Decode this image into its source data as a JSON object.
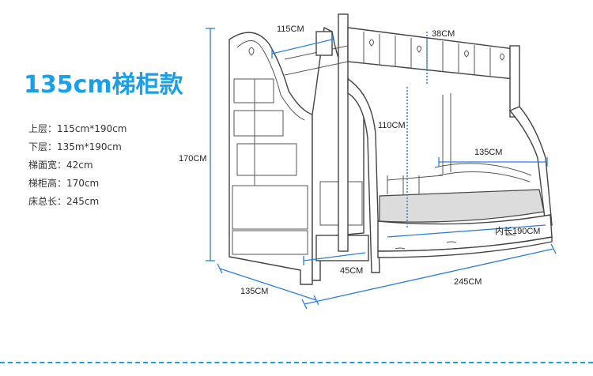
{
  "title": "135cm梯柜款",
  "specs": [
    "上层：115cm*190cm",
    "下层：135m*190cm",
    "梯面宽：42cm",
    "梯柜高：170cm",
    "床总长：245cm"
  ],
  "dimensions": {
    "top_width": "115CM",
    "rail_height": "38CM",
    "lower_clearance": "110CM",
    "lower_width": "135CM",
    "total_height": "170CM",
    "inner_length": "内长190CM",
    "step_depth": "45CM",
    "depth": "135CM",
    "total_length": "245CM"
  },
  "accent_color": "#1aa0e8"
}
